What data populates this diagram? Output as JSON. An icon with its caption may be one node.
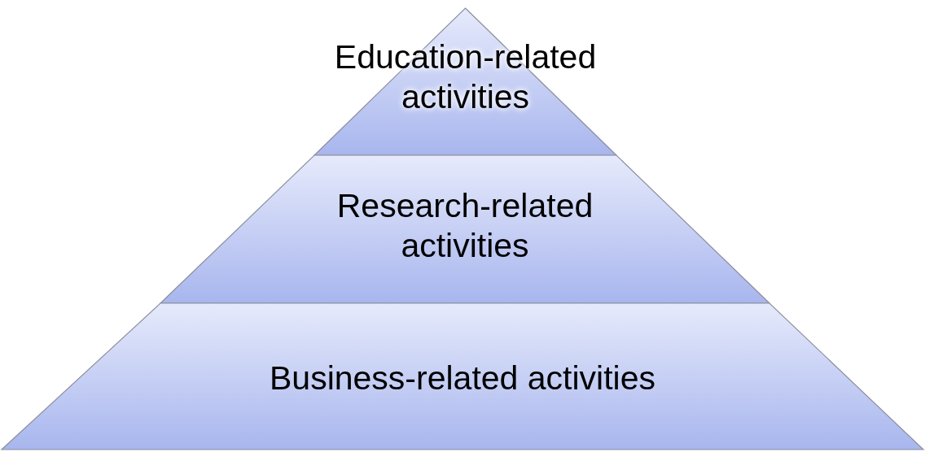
{
  "diagram": {
    "nodes": [
      {
        "text": [
          "Education-related activities"
        ]
      },
      {
        "text": [
          "Research-related activities"
        ]
      },
      {
        "text": [
          "Business-related activities"
        ]
      }
    ]
  }
}
